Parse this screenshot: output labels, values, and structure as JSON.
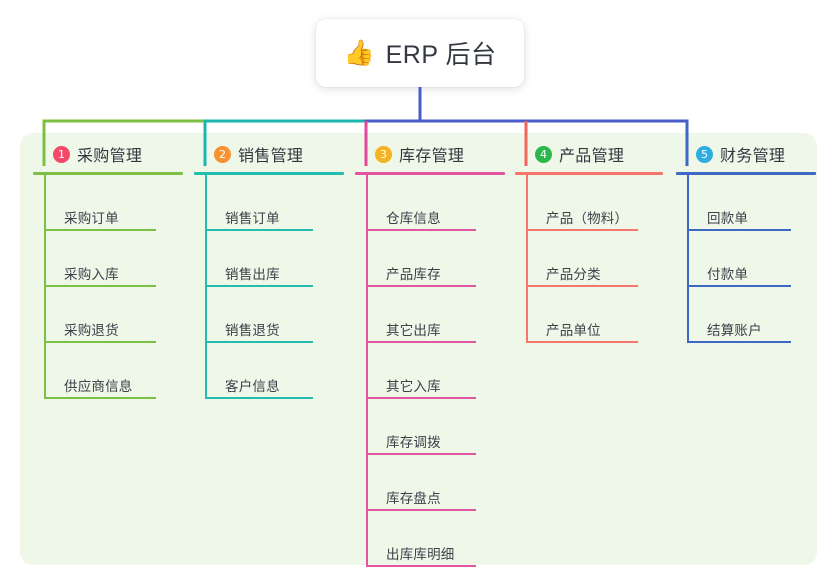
{
  "root": {
    "icon": "thumbs-up-icon",
    "icon_glyph": "👍",
    "title": "ERP 后台"
  },
  "theme": {
    "panel_bg": "#eff7e9",
    "page_bg": "#ffffff",
    "card_bg": "#ffffff",
    "text": "#333740",
    "stem": "#4a5ac8"
  },
  "columns": [
    {
      "number": "1",
      "title": "采购管理",
      "badge_color": "#f2496b",
      "line_color": "#7cc043",
      "connector_color": "#7cc043",
      "items": [
        "采购订单",
        "采购入库",
        "采购退货",
        "供应商信息"
      ]
    },
    {
      "number": "2",
      "title": "销售管理",
      "badge_color": "#f79232",
      "line_color": "#25bcb0",
      "connector_color": "#1bb5ad",
      "items": [
        "销售订单",
        "销售出库",
        "销售退货",
        "客户信息"
      ]
    },
    {
      "number": "3",
      "title": "库存管理",
      "badge_color": "#f5b221",
      "line_color": "#e255a0",
      "connector_color": "#e2489b",
      "items": [
        "仓库信息",
        "产品库存",
        "其它出库",
        "其它入库",
        "库存调拨",
        "库存盘点",
        "出库库明细"
      ]
    },
    {
      "number": "4",
      "title": "产品管理",
      "badge_color": "#2db84d",
      "line_color": "#f4766d",
      "connector_color": "#f2645e",
      "items": [
        "产品（物料）",
        "产品分类",
        "产品单位"
      ]
    },
    {
      "number": "5",
      "title": "财务管理",
      "badge_color": "#2eaee0",
      "line_color": "#3f67c4",
      "connector_color": "#3f67c4",
      "items": [
        "回款单",
        "付款单",
        "结算账户"
      ]
    }
  ]
}
